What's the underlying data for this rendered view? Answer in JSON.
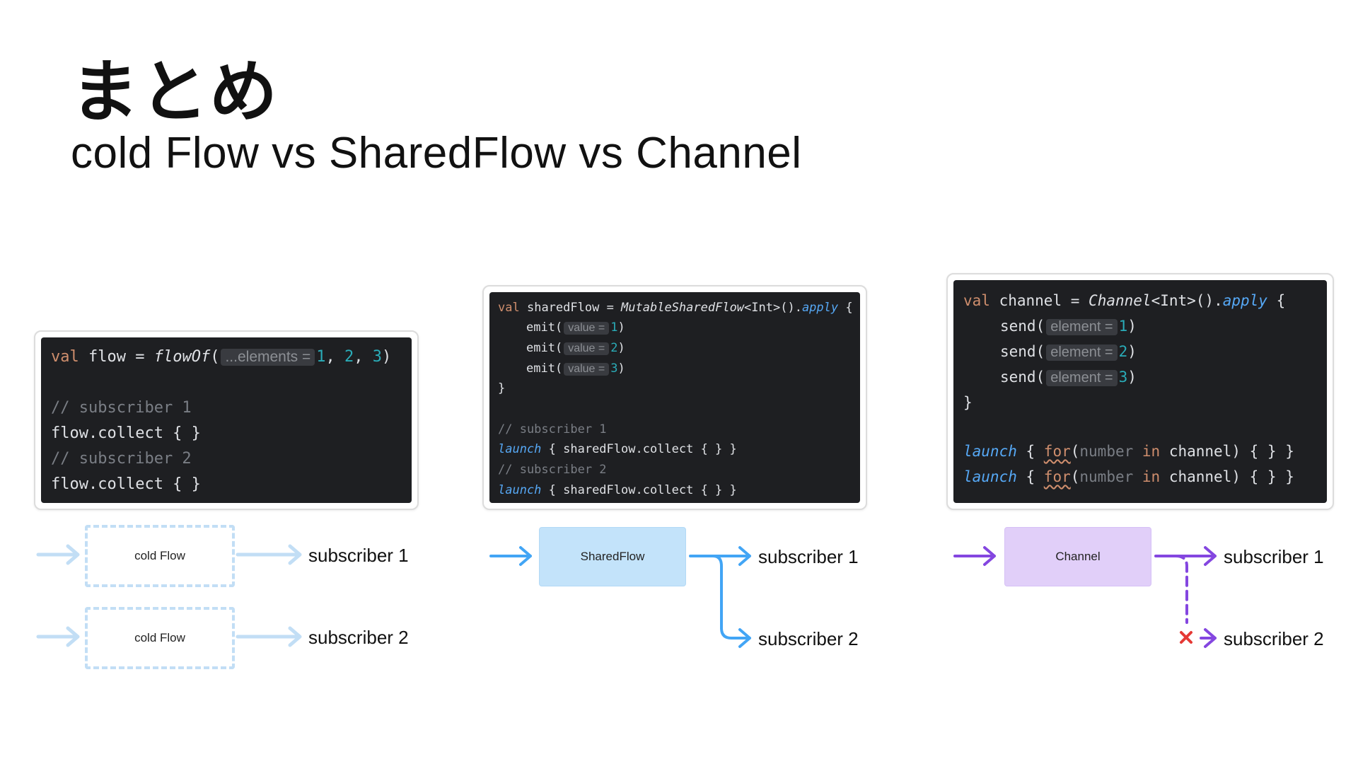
{
  "title": "まとめ",
  "subtitle": "cold Flow vs SharedFlow vs Channel",
  "colors": {
    "cold_flow": "#c2def5",
    "shared_flow": "#42a5f5",
    "shared_flow_fill": "#c3e3fa",
    "channel": "#8446e0",
    "channel_fill": "#e1cff9",
    "blocked": "#e53935"
  },
  "code_cold": {
    "val": "val",
    "name": "flow",
    "eq": " = ",
    "fn": "flowOf",
    "open": "(",
    "hint": "...elements =",
    "n1": "1",
    "sep1": ", ",
    "n2": "2",
    "sep2": ", ",
    "n3": "3",
    "close": ")",
    "comment1": "// subscriber 1",
    "collect1": "flow.collect { }",
    "comment2": "// subscriber 2",
    "collect2": "flow.collect { }"
  },
  "code_shared": {
    "val": "val",
    "name": "sharedFlow",
    "eq": " = ",
    "fn": "MutableSharedFlow",
    "generic": "<Int>().",
    "apply": "apply",
    "brace": " {",
    "emit": "emit(",
    "hint": "value =",
    "v1": "1",
    "v2": "2",
    "v3": "3",
    "close_paren": ")",
    "close_brace": "}",
    "comment1": "// subscriber 1",
    "launch": "launch",
    "collect": " { sharedFlow.collect { } }",
    "comment2": "// subscriber 2"
  },
  "code_channel": {
    "val": "val",
    "name": "channel",
    "eq": " = ",
    "fn": "Channel",
    "generic": "<Int>().",
    "apply": "apply",
    "brace": " {",
    "send": "send(",
    "hint": "element =",
    "v1": "1",
    "v2": "2",
    "v3": "3",
    "close_paren": ")",
    "close_brace": "}",
    "launch": "launch",
    "open": " { ",
    "for": "for",
    "paren": "(",
    "number": "number",
    "in": " in ",
    "rest": "channel) { } }"
  },
  "diagram_cold": {
    "box1": "cold Flow",
    "box2": "cold Flow",
    "sub1": "subscriber 1",
    "sub2": "subscriber 2"
  },
  "diagram_shared": {
    "box": "SharedFlow",
    "sub1": "subscriber 1",
    "sub2": "subscriber 2"
  },
  "diagram_channel": {
    "box": "Channel",
    "sub1": "subscriber 1",
    "sub2": "subscriber 2"
  }
}
